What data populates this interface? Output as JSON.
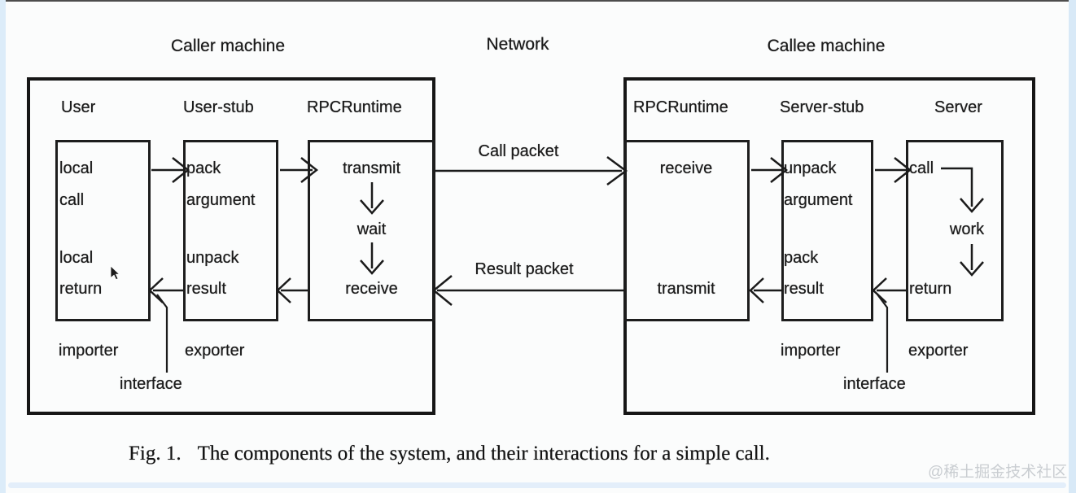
{
  "labels": {
    "caller_title": "Caller machine",
    "network_title": "Network",
    "callee_title": "Callee machine"
  },
  "caller": {
    "col1": "User",
    "col2": "User-stub",
    "col3": "RPCRuntime",
    "user_l1": "local",
    "user_l2": "call",
    "user_l3": "local",
    "user_l4": "return",
    "stub_l1": "pack",
    "stub_l2": "argument",
    "stub_l3": "unpack",
    "stub_l4": "result",
    "rpc_l1": "transmit",
    "rpc_l2": "wait",
    "rpc_l3": "receive",
    "importer": "importer",
    "exporter": "exporter",
    "interface": "interface"
  },
  "network": {
    "call_packet": "Call packet",
    "result_packet": "Result packet"
  },
  "callee": {
    "col1": "RPCRuntime",
    "col2": "Server-stub",
    "col3": "Server",
    "rpc_l1": "receive",
    "rpc_l2": "transmit",
    "stub_l1": "unpack",
    "stub_l2": "argument",
    "stub_l3": "pack",
    "stub_l4": "result",
    "server_l1": "call",
    "server_l2": "work",
    "server_l3": "return",
    "importer": "importer",
    "exporter": "exporter",
    "interface": "interface"
  },
  "caption": {
    "fig": "Fig. 1.",
    "text": "The components of the system, and their interactions for a simple call."
  },
  "watermark": "@稀土掘金技术社区",
  "colors": {
    "ink": "#1b1b1b",
    "paper": "#fbfcfc",
    "edge_tint": "#d9e9f7",
    "watermark_tint": "#c9cdd1"
  }
}
